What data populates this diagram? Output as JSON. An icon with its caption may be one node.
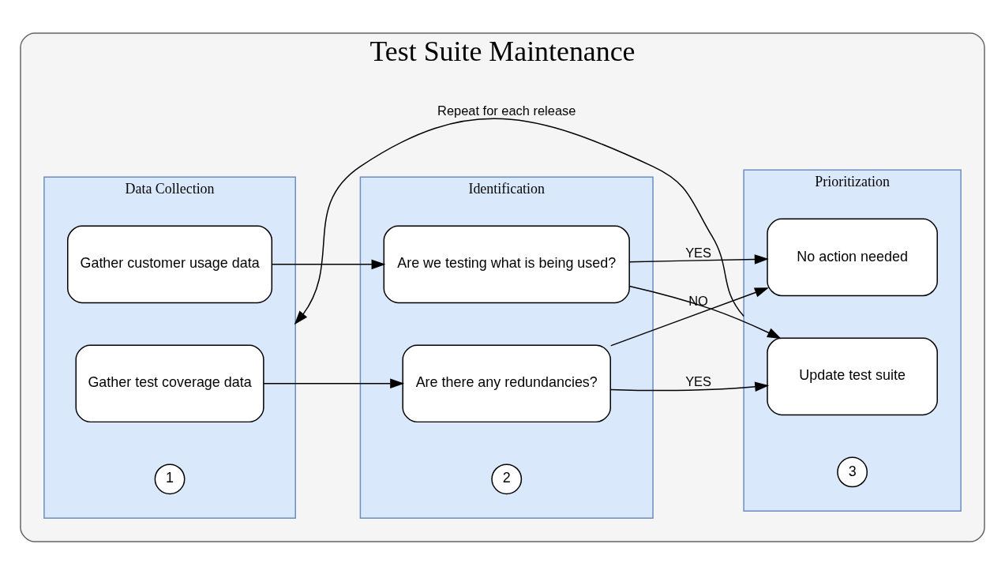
{
  "diagram": {
    "nodes": [
      {
        "text": [
          "Test Suite Maintenance"
        ]
      },
      {
        "text": [
          "Data Collection"
        ],
        "in": 0
      },
      {
        "text": [
          "Gather test coverage data"
        ],
        "in": 1
      },
      {
        "text": [
          "Gather customer usage data"
        ],
        "in": 1
      },
      {
        "text": [
          "1"
        ],
        "in": 1
      },
      {
        "text": [
          "Identification"
        ],
        "in": 0
      },
      {
        "text": [
          "Are there any redundancies?"
        ],
        "in": 5
      },
      {
        "text": [
          "Are we testing what is being used?"
        ],
        "in": 5
      },
      {
        "text": [
          "2"
        ],
        "in": 5
      },
      {
        "text": [
          "Prioritization"
        ],
        "in": 0
      },
      {
        "text": [
          "Update test suite"
        ],
        "in": 9
      },
      {
        "text": [
          "No action needed"
        ],
        "in": 9
      },
      {
        "text": [
          "3"
        ],
        "in": 9
      }
    ],
    "edges": [
      {
        "from": 2,
        "to": 6,
        "arrow": "to"
      },
      {
        "from": 3,
        "to": 7,
        "arrow": "to"
      },
      {
        "from": 6,
        "to": 10,
        "arrow": "to",
        "label": "YES"
      },
      {
        "from": 6,
        "to": 11,
        "arrow": "to",
        "label": "NO"
      },
      {
        "from": 7,
        "to": 10,
        "arrow": "to"
      },
      {
        "from": 7,
        "to": 11,
        "arrow": "to",
        "label": "YES"
      },
      {
        "from": 9,
        "to": 1,
        "arrow": "to",
        "label": "Repeat for each release"
      }
    ]
  }
}
